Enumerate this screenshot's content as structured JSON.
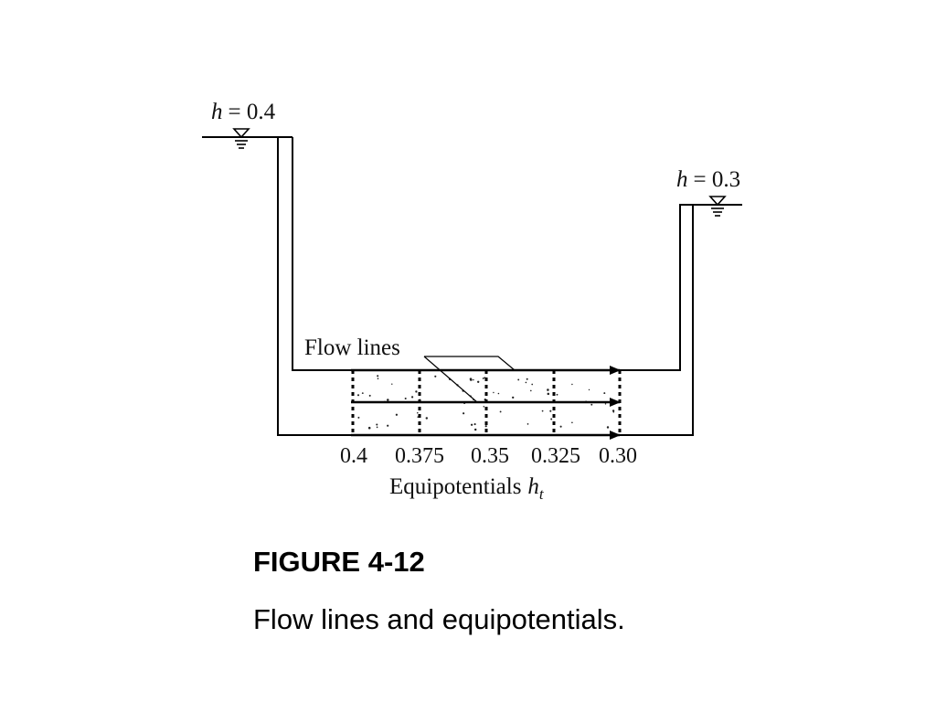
{
  "upstream_head": {
    "var": "h",
    "value": "= 0.4"
  },
  "downstream_head": {
    "var": "h",
    "value": "= 0.3"
  },
  "flow_lines_label": "Flow lines",
  "equipotential_values": [
    "0.4",
    "0.375",
    "0.35",
    "0.325",
    "0.30"
  ],
  "equipotentials_label": {
    "text": "Equipotentials",
    "var": "h",
    "subscript": "t"
  },
  "figure": {
    "title": "FIGURE 4-12",
    "caption": "Flow lines and equipotentials."
  }
}
